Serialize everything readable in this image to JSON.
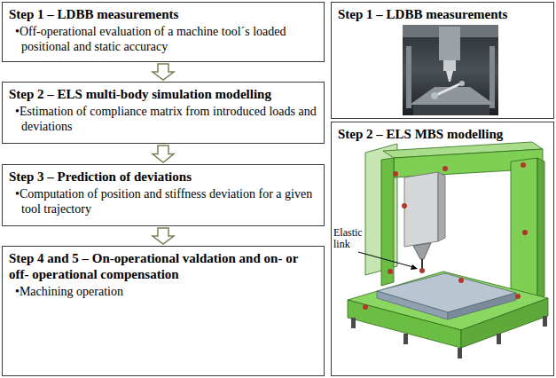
{
  "diagram": {
    "nodes": [
      {
        "text": [
          "Step 1 – LDBB measurements",
          "•Off-operational evaluation of a machine tool´s loaded positional and static accuracy"
        ]
      },
      {
        "text": [
          "Step 2 – ELS multi-body simulation modelling",
          "•Estimation of compliance matrix from introduced loads and deviations"
        ]
      },
      {
        "text": [
          "Step 3 – Prediction of deviations",
          "•Computation of position and stiffness deviation for a given tool trajectory"
        ]
      },
      {
        "text": [
          "Step 4 and 5 – On-operational valdation and on- or off- operational compensation",
          "•Machining operation"
        ]
      },
      {
        "text": [
          "Step 1 – LDBB measurements"
        ]
      },
      {
        "text": [
          "Step 2 – ELS MBS modelling"
        ]
      }
    ],
    "edges": [
      {
        "from": 0,
        "to": 1,
        "arrow": "to"
      },
      {
        "from": 1,
        "to": 2,
        "arrow": "to"
      },
      {
        "from": 2,
        "to": 3,
        "arrow": "to"
      }
    ],
    "labels": [
      "Elastic link"
    ]
  }
}
